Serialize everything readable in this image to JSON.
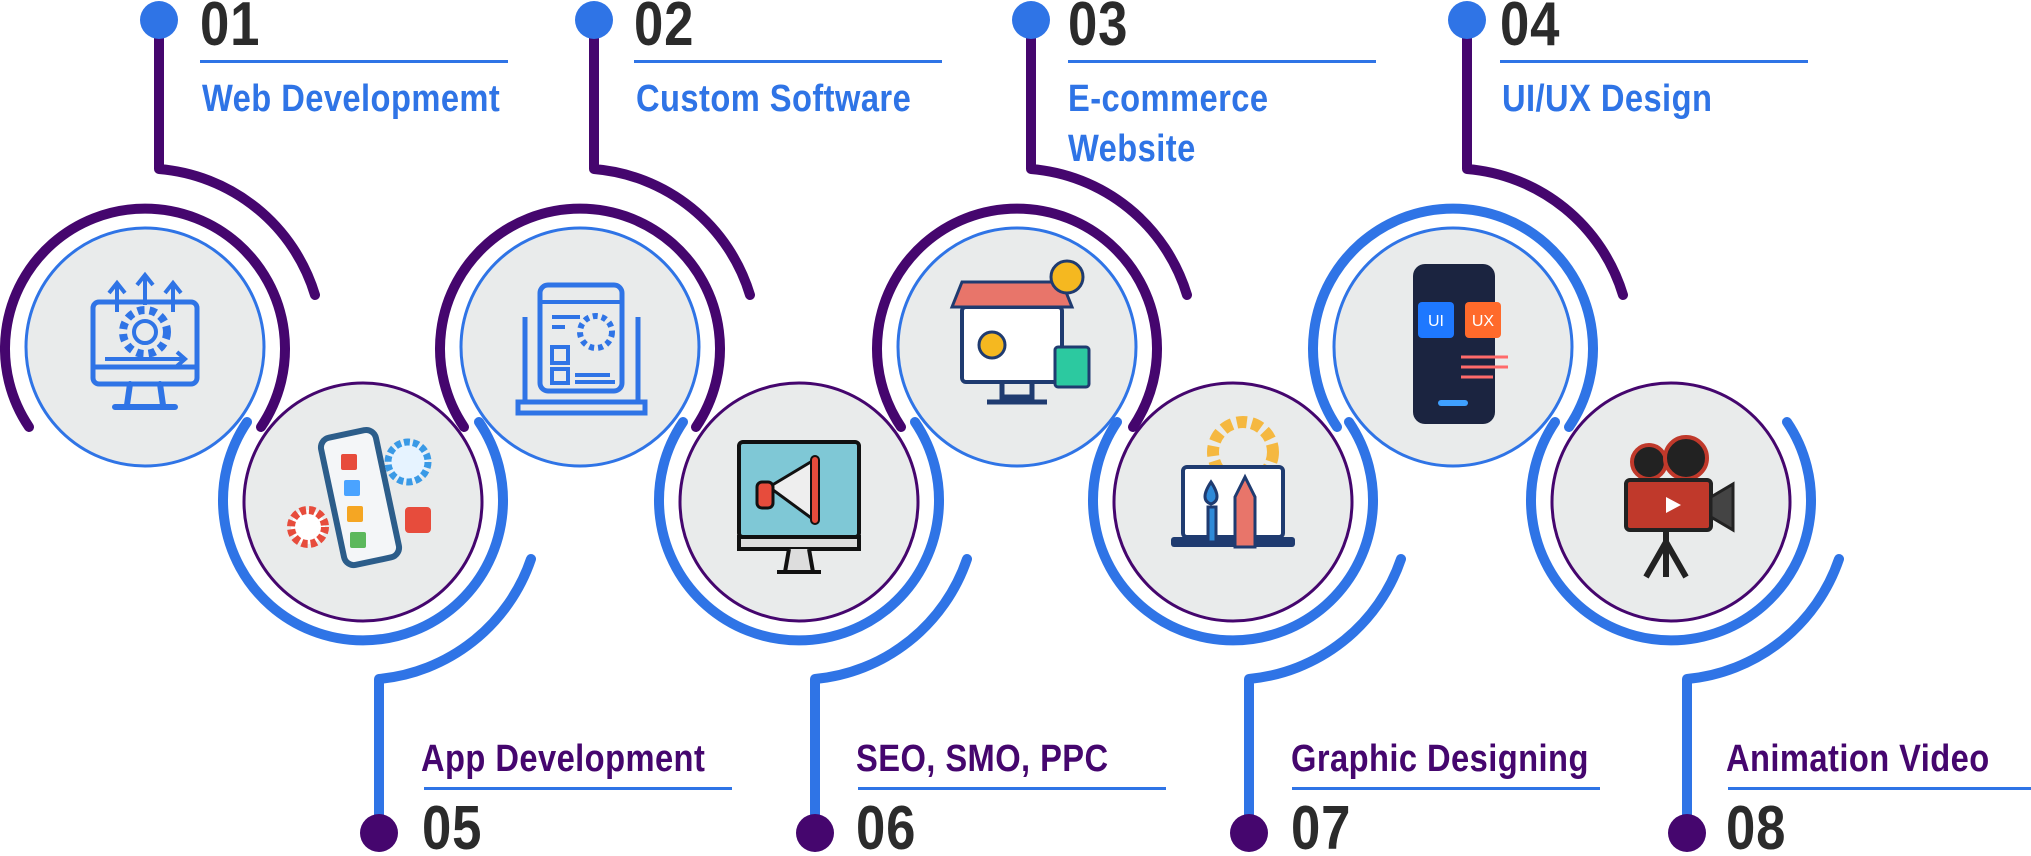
{
  "colors": {
    "purple": "#45066e",
    "blue": "#2f74e6",
    "circle_fill": "#e9ebeb",
    "number": "#2b2b2b"
  },
  "top_items": [
    {
      "number": "01",
      "label": [
        "Web Developmemt"
      ],
      "icon": "monitor-gear-icon"
    },
    {
      "number": "02",
      "label": [
        "Custom Software"
      ],
      "icon": "laptop-window-gear-icon"
    },
    {
      "number": "03",
      "label": [
        "E-commerce",
        "Website"
      ],
      "icon": "online-store-icon"
    },
    {
      "number": "04",
      "label": [
        "UI/UX Design"
      ],
      "icon": "phone-ui-ux-icon",
      "icon_text": [
        "UI",
        "UX"
      ]
    }
  ],
  "bottom_items": [
    {
      "number": "05",
      "label": "App Development",
      "icon": "phone-checklist-icon"
    },
    {
      "number": "06",
      "label": "SEO, SMO, PPC",
      "icon": "megaphone-monitor-icon"
    },
    {
      "number": "07",
      "label": "Graphic Designing",
      "icon": "design-tools-icon"
    },
    {
      "number": "08",
      "label": "Animation Video",
      "icon": "video-camera-icon"
    }
  ]
}
